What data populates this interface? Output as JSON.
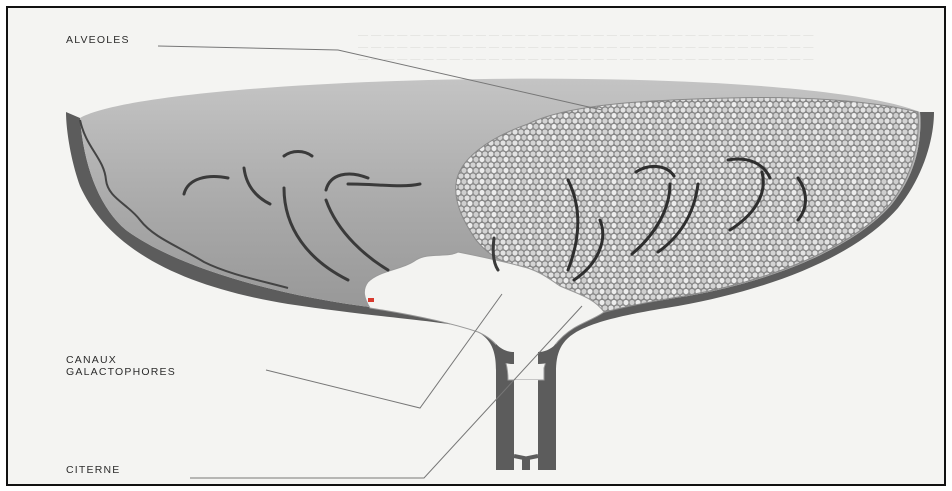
{
  "labels": {
    "alveoles": "ALVEOLES",
    "canaux_line1": "CANAUX",
    "canaux_line2": "GALACTOPHORES",
    "citerne": "CITERNE"
  },
  "colors": {
    "background": "#f4f4f2",
    "wall": "#5c5c5c",
    "gland_interior": "#9b9b9b",
    "alveoli": "#d0d0d0",
    "cistern": "#f3f3f1",
    "ducts": "#3a3a3a",
    "accent": "#d83a2e"
  }
}
